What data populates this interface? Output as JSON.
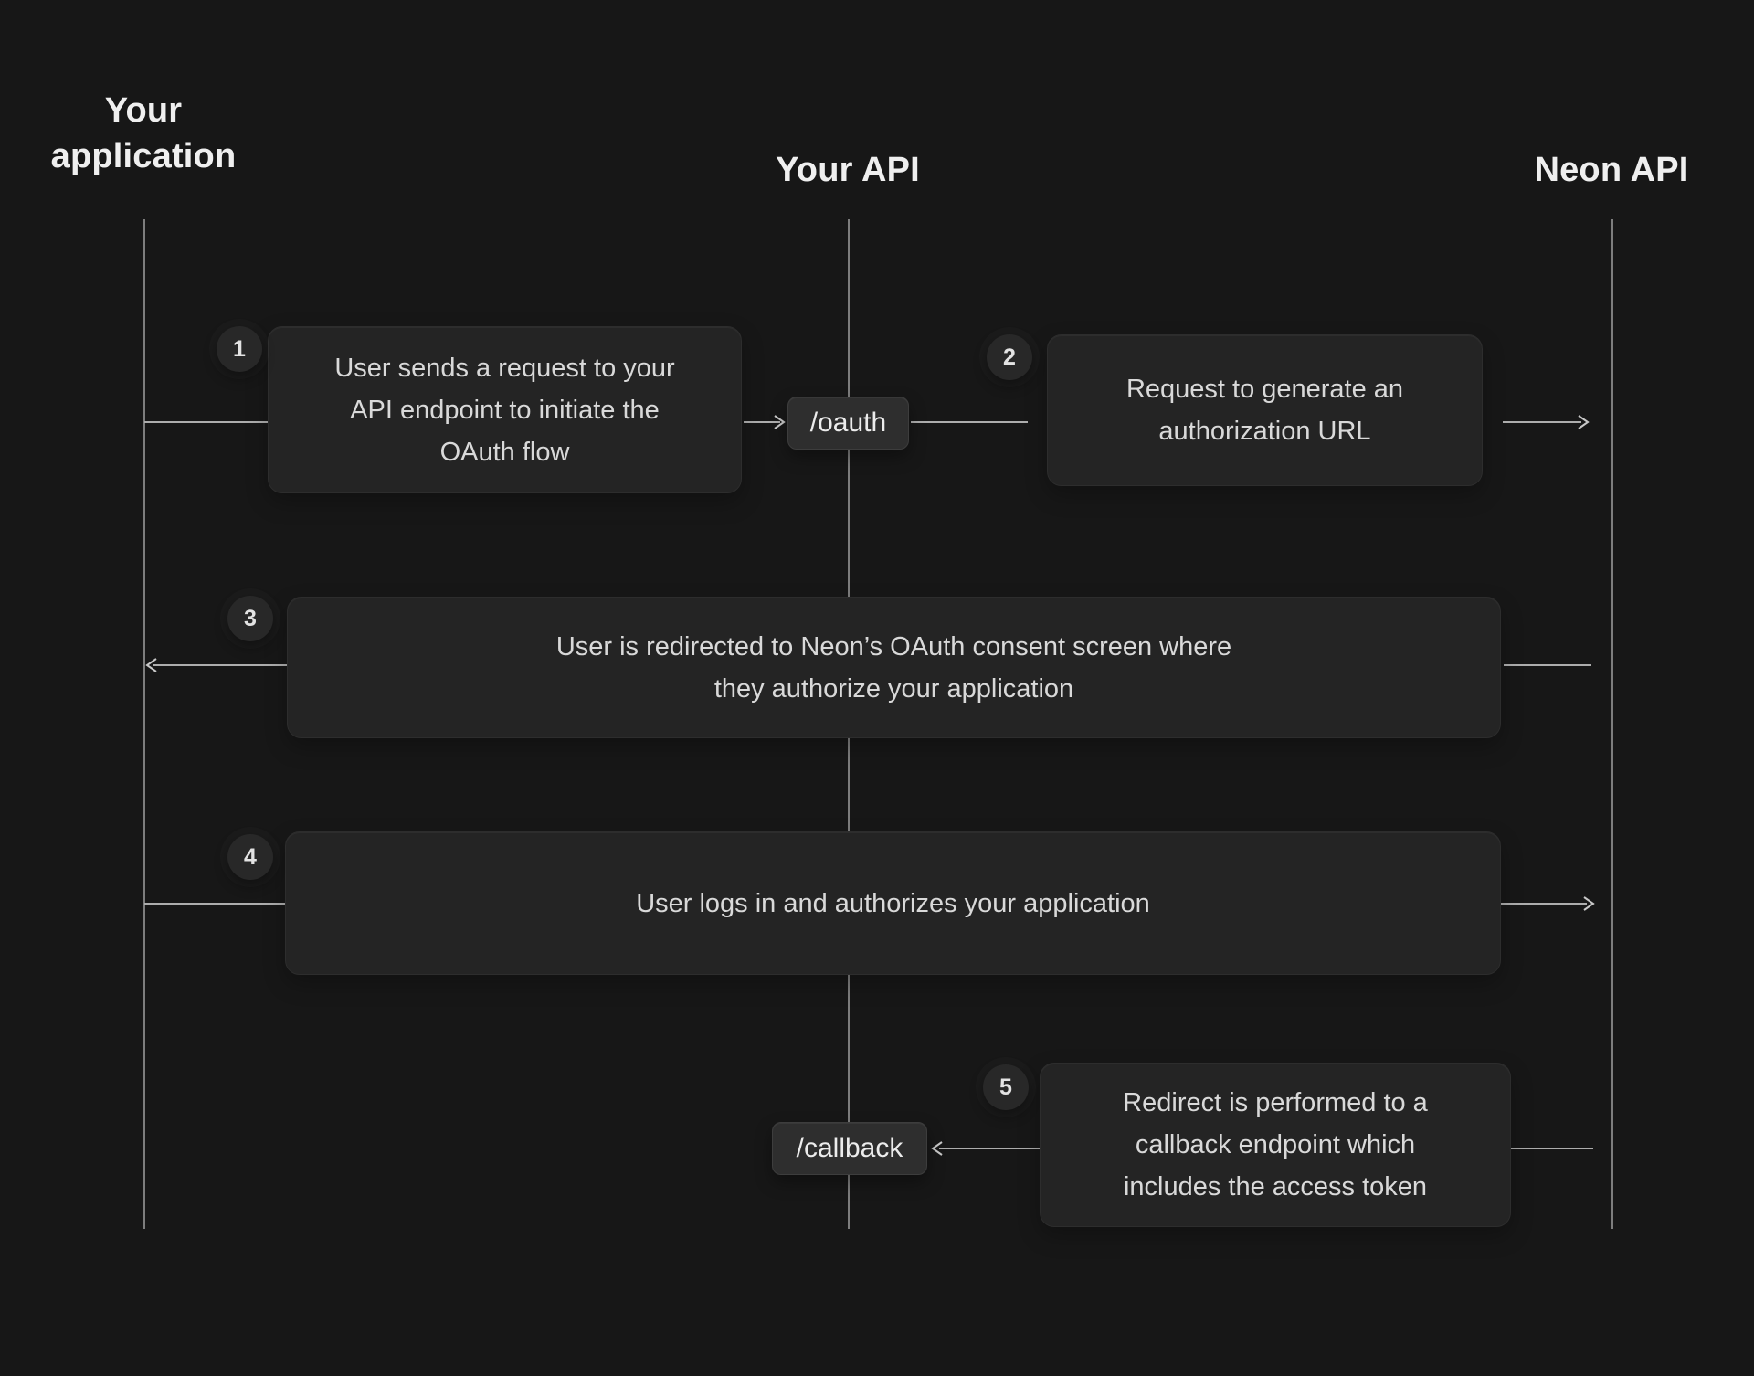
{
  "diagram": {
    "lanes": [
      {
        "id": "your-application",
        "label": "Your application"
      },
      {
        "id": "your-api",
        "label": "Your API"
      },
      {
        "id": "neon-api",
        "label": "Neon API"
      }
    ],
    "endpoints": [
      {
        "id": "oauth",
        "label": "/oauth"
      },
      {
        "id": "callback",
        "label": "/callback"
      }
    ],
    "steps": [
      {
        "number": "1",
        "text": "User sends a request to your\nAPI endpoint to initiate the\nOAuth flow"
      },
      {
        "number": "2",
        "text": "Request to generate an\nauthorization URL"
      },
      {
        "number": "3",
        "text": "User is redirected to Neon’s OAuth consent screen where\nthey authorize your application"
      },
      {
        "number": "4",
        "text": "User logs in and authorizes your application"
      },
      {
        "number": "5",
        "text": "Redirect is performed to a\ncallback endpoint which\nincludes the access token"
      }
    ],
    "colors": {
      "background": "#171717",
      "box_fill": "#242424",
      "pill_fill": "#2e2e2e",
      "badge_fill": "#282828",
      "arrow_line": "#adadad",
      "lifeline": "#8f8f8f",
      "body_text": "#d9d9d9",
      "heading_text": "#efefef"
    }
  }
}
